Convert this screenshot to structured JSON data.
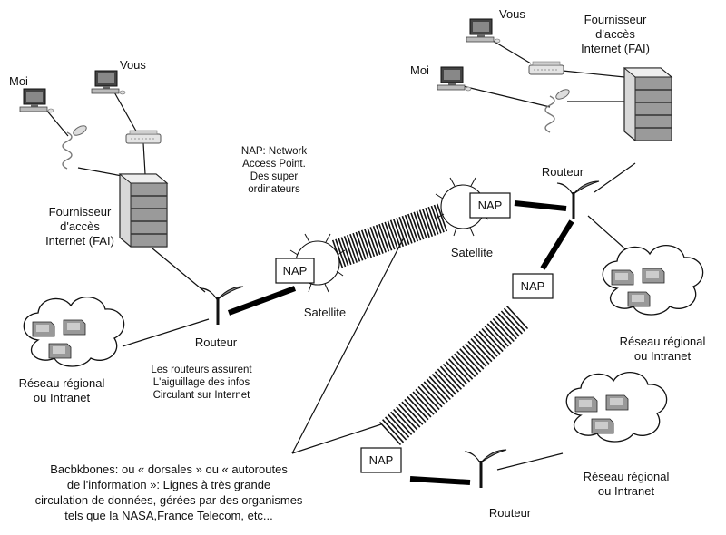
{
  "left_cluster": {
    "moi": "Moi",
    "vous": "Vous",
    "fai": [
      "Fournisseur",
      "d'accès",
      "Internet (FAI)"
    ],
    "routeur": "Routeur",
    "reseau": [
      "Réseau régional",
      "ou Intranet"
    ]
  },
  "right_top_cluster": {
    "vous": "Vous",
    "moi": "Moi",
    "fai": [
      "Fournisseur",
      "d'accès",
      "Internet (FAI)"
    ],
    "routeur": "Routeur",
    "reseau": [
      "Réseau régional",
      "ou Intranet"
    ]
  },
  "bottom_cluster": {
    "routeur": "Routeur",
    "reseau": [
      "Réseau régional",
      "ou Intranet"
    ]
  },
  "nap_labels": [
    "NAP",
    "NAP",
    "NAP",
    "NAP"
  ],
  "satellite_labels": [
    "Satellite",
    "Satellite"
  ],
  "nap_note": [
    "NAP: Network",
    "Access Point.",
    "Des super",
    "ordinateurs"
  ],
  "router_note": [
    "Les routeurs assurent",
    "L'aiguillage des infos",
    "Circulant sur Internet"
  ],
  "backbone_note": [
    "Bacbkbones: ou « dorsales » ou « autoroutes",
    "de l'information »: Lignes à très grande",
    "circulation de données, gérées par des organismes",
    "tels que la NASA,France Telecom, etc..."
  ]
}
